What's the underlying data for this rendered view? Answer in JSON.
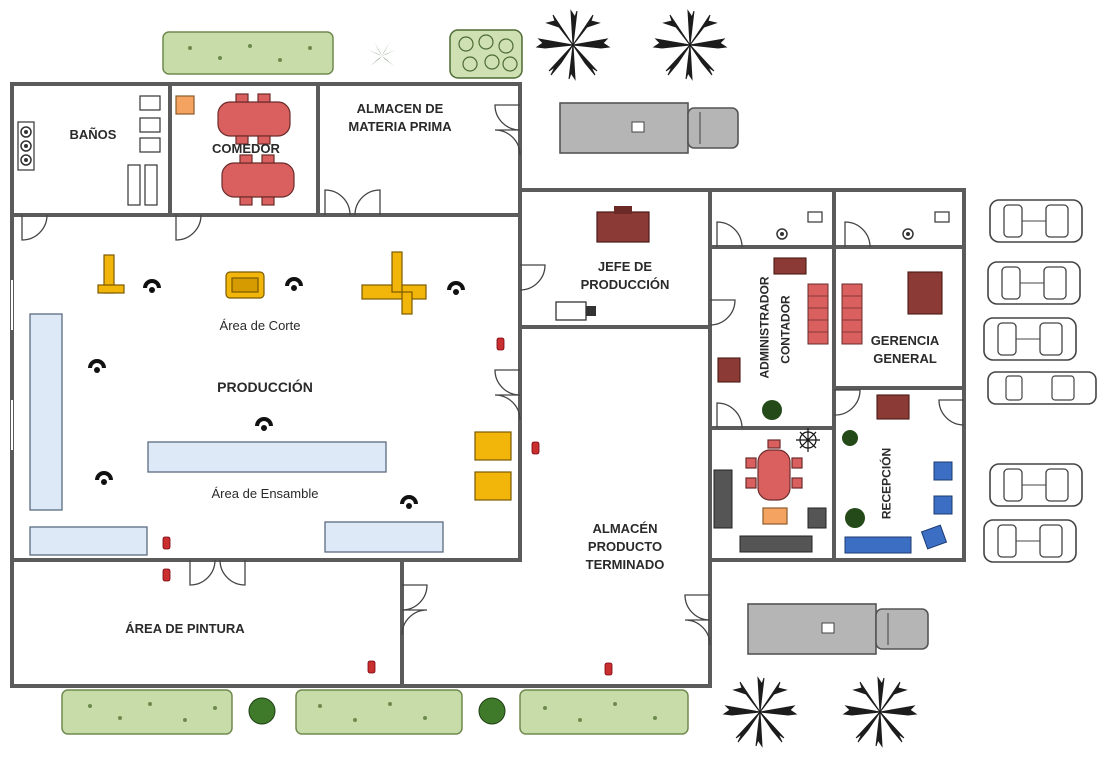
{
  "rooms": {
    "banos": "BAÑOS",
    "comedor": "COMEDOR",
    "almacen_materia_prima": "ALMACEN DE\nMATERIA PRIMA",
    "jefe_produccion": "JEFE DE\nPRODUCCIÓN",
    "area_corte": "Área de Corte",
    "produccion": "PRODUCCIÓN",
    "area_ensamble": "Área de Ensamble",
    "administrador": "ADMINISTRADOR",
    "contador": "CONTADOR",
    "gerencia_general": "GERENCIA\nGENERAL",
    "recepcion": "RECEPCIÓN",
    "almacen_producto_terminado": "ALMACÉN\nPRODUCTO\nTERMINADO",
    "area_pintura": "ÁREA DE PINTURA"
  },
  "colors": {
    "wall": "#5b5b5b",
    "furniture_red": "#d9605f",
    "desk_brown": "#8b3a35",
    "machine_yellow": "#f2b50a",
    "table_blue": "#dde9f7",
    "hedge_green": "#c8dcaa",
    "truck_gray": "#b5b5b5",
    "plant_dark": "#1a1a1a"
  },
  "icons": [
    "toilet-icon",
    "sink-icon",
    "dining-table-icon",
    "desk-icon",
    "machine-icon",
    "worker-icon",
    "fire-extinguisher-icon",
    "palm-tree-icon",
    "hedge-icon",
    "truck-icon",
    "car-icon",
    "door-icon",
    "shelf-icon",
    "plant-icon"
  ]
}
